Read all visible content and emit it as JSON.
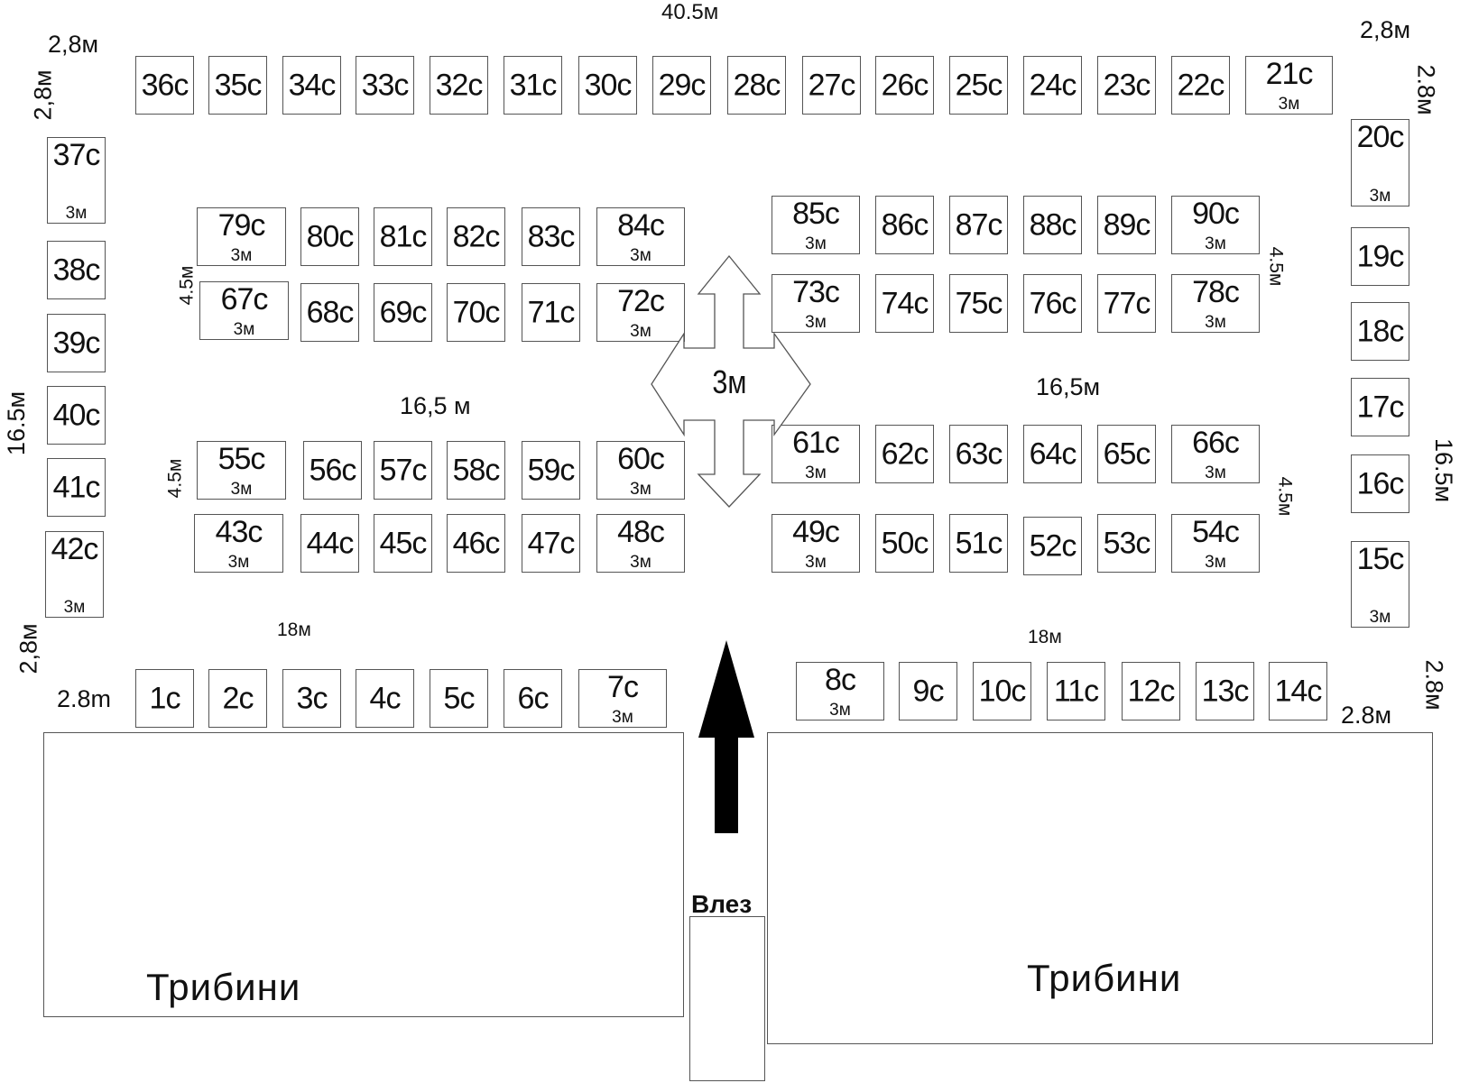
{
  "dimensions": {
    "top_total": "40.5м",
    "top_left_corner_h": "2,8м",
    "top_left_corner_v": "2,8м",
    "top_right_corner_h": "2,8м",
    "top_right_corner_v": "2.8м",
    "left_side": "16.5м",
    "right_side": "16.5м",
    "inner_left": "16,5 м",
    "inner_right": "16,5м",
    "block_depth_tl": "4.5м",
    "block_depth_bl": "4.5м",
    "block_depth_tr": "4.5м",
    "block_depth_br": "4.5м",
    "bottom_left_run": "18м",
    "bottom_right_run": "18м",
    "bottom_left_corner_v": "2,8м",
    "bottom_left_corner_h": "2.8m",
    "bottom_right_corner_h": "2.8м",
    "bottom_right_corner_v": "2.8м",
    "aisle_width": "3м"
  },
  "stalls": [
    {
      "label": "36с"
    },
    {
      "label": "35с"
    },
    {
      "label": "34с"
    },
    {
      "label": "33с"
    },
    {
      "label": "32с"
    },
    {
      "label": "31с"
    },
    {
      "label": "30с"
    },
    {
      "label": "29с"
    },
    {
      "label": "28с"
    },
    {
      "label": "27с"
    },
    {
      "label": "26с"
    },
    {
      "label": "25с"
    },
    {
      "label": "24с"
    },
    {
      "label": "23с"
    },
    {
      "label": "22с"
    },
    {
      "label": "21с",
      "sub": "3м"
    },
    {
      "label": "37с",
      "sub": "3м"
    },
    {
      "label": "38с"
    },
    {
      "label": "39с"
    },
    {
      "label": "40с"
    },
    {
      "label": "41с"
    },
    {
      "label": "42с",
      "sub": "3м"
    },
    {
      "label": "20с",
      "sub": "3м"
    },
    {
      "label": "19с"
    },
    {
      "label": "18с"
    },
    {
      "label": "17с"
    },
    {
      "label": "16с"
    },
    {
      "label": "15с",
      "sub": "3м"
    },
    {
      "label": "79с",
      "sub": "3м"
    },
    {
      "label": "80с"
    },
    {
      "label": "81с"
    },
    {
      "label": "82с"
    },
    {
      "label": "83с"
    },
    {
      "label": "84с",
      "sub": "3м"
    },
    {
      "label": "67с",
      "sub": "3м"
    },
    {
      "label": "68с"
    },
    {
      "label": "69с"
    },
    {
      "label": "70с"
    },
    {
      "label": "71с"
    },
    {
      "label": "72с",
      "sub": "3м"
    },
    {
      "label": "55с",
      "sub": "3м"
    },
    {
      "label": "56с"
    },
    {
      "label": "57с"
    },
    {
      "label": "58с"
    },
    {
      "label": "59с"
    },
    {
      "label": "60с",
      "sub": "3м"
    },
    {
      "label": "43с",
      "sub": "3м"
    },
    {
      "label": "44с"
    },
    {
      "label": "45с"
    },
    {
      "label": "46с"
    },
    {
      "label": "47с"
    },
    {
      "label": "48с",
      "sub": "3м"
    },
    {
      "label": "85с",
      "sub": "3м"
    },
    {
      "label": "86с"
    },
    {
      "label": "87с"
    },
    {
      "label": "88с"
    },
    {
      "label": "89с"
    },
    {
      "label": "90с",
      "sub": "3м"
    },
    {
      "label": "73с",
      "sub": "3м"
    },
    {
      "label": "74с"
    },
    {
      "label": "75с"
    },
    {
      "label": "76с"
    },
    {
      "label": "77с"
    },
    {
      "label": "78с",
      "sub": "3м"
    },
    {
      "label": "61с",
      "sub": "3м"
    },
    {
      "label": "62с"
    },
    {
      "label": "63с"
    },
    {
      "label": "64с"
    },
    {
      "label": "65с"
    },
    {
      "label": "66с",
      "sub": "3м"
    },
    {
      "label": "49с",
      "sub": "3м"
    },
    {
      "label": "50с"
    },
    {
      "label": "51с"
    },
    {
      "label": "52с"
    },
    {
      "label": "53с"
    },
    {
      "label": "54с",
      "sub": "3м"
    },
    {
      "label": "1с"
    },
    {
      "label": "2с"
    },
    {
      "label": "3с"
    },
    {
      "label": "4с"
    },
    {
      "label": "5с"
    },
    {
      "label": "6с"
    },
    {
      "label": "7с",
      "sub": "3м"
    },
    {
      "label": "8с",
      "sub": "3м"
    },
    {
      "label": "9с"
    },
    {
      "label": "10с"
    },
    {
      "label": "11с"
    },
    {
      "label": "12с"
    },
    {
      "label": "13с"
    },
    {
      "label": "14с"
    }
  ],
  "stands": {
    "left_label": "Трибини",
    "right_label": "Трибини"
  },
  "entrance": {
    "label": "Влез"
  }
}
